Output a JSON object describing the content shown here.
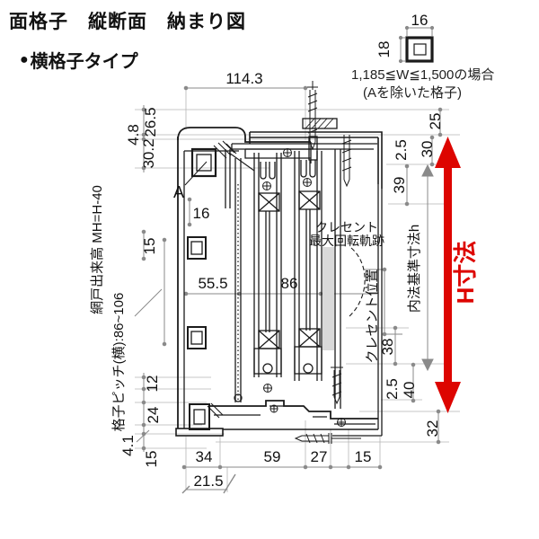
{
  "title": "面格子　縦断面　納まり図",
  "section": {
    "bullet": "●",
    "label": "横格子タイプ"
  },
  "profile_detail": {
    "width": "16",
    "height": "18",
    "note_line1": "1,185≦W≦1,500の場合",
    "note_line2": "(Aを除いた格子)"
  },
  "labels": {
    "part_a": "A",
    "crescent_trajectory_1": "クレセント",
    "crescent_trajectory_2": "最大回転軌跡",
    "crescent_position": "クレセント位置",
    "inner_reference": "内法基準寸法h",
    "h_dimension": "H寸法",
    "screen_door_height": "網戸出来高 MH=H-40",
    "lattice_pitch": "格子ピッチ(横):86~106"
  },
  "dims": {
    "top_width": "114.3",
    "left": {
      "d4_8": "4.8",
      "d26_5": "26.5",
      "d30_2": "30.2",
      "d16": "16",
      "d15_upper": "15",
      "d55_5": "55.5",
      "d86": "86",
      "d12": "12",
      "d24": "24",
      "d4_1": "4.1",
      "d15_lower": "15"
    },
    "bottom": {
      "d34": "34",
      "d59": "59",
      "d27": "27",
      "d15": "15",
      "d21_5": "21.5"
    },
    "right": {
      "d25": "25",
      "d2_5_top": "2.5",
      "d30": "30",
      "d39": "39",
      "d38": "38",
      "d2_5_bottom": "2.5",
      "d40": "40",
      "d32": "32"
    }
  },
  "colors": {
    "line": "#1b1b1b",
    "dim": "#8a8a8a",
    "accent": "#dd0500"
  }
}
